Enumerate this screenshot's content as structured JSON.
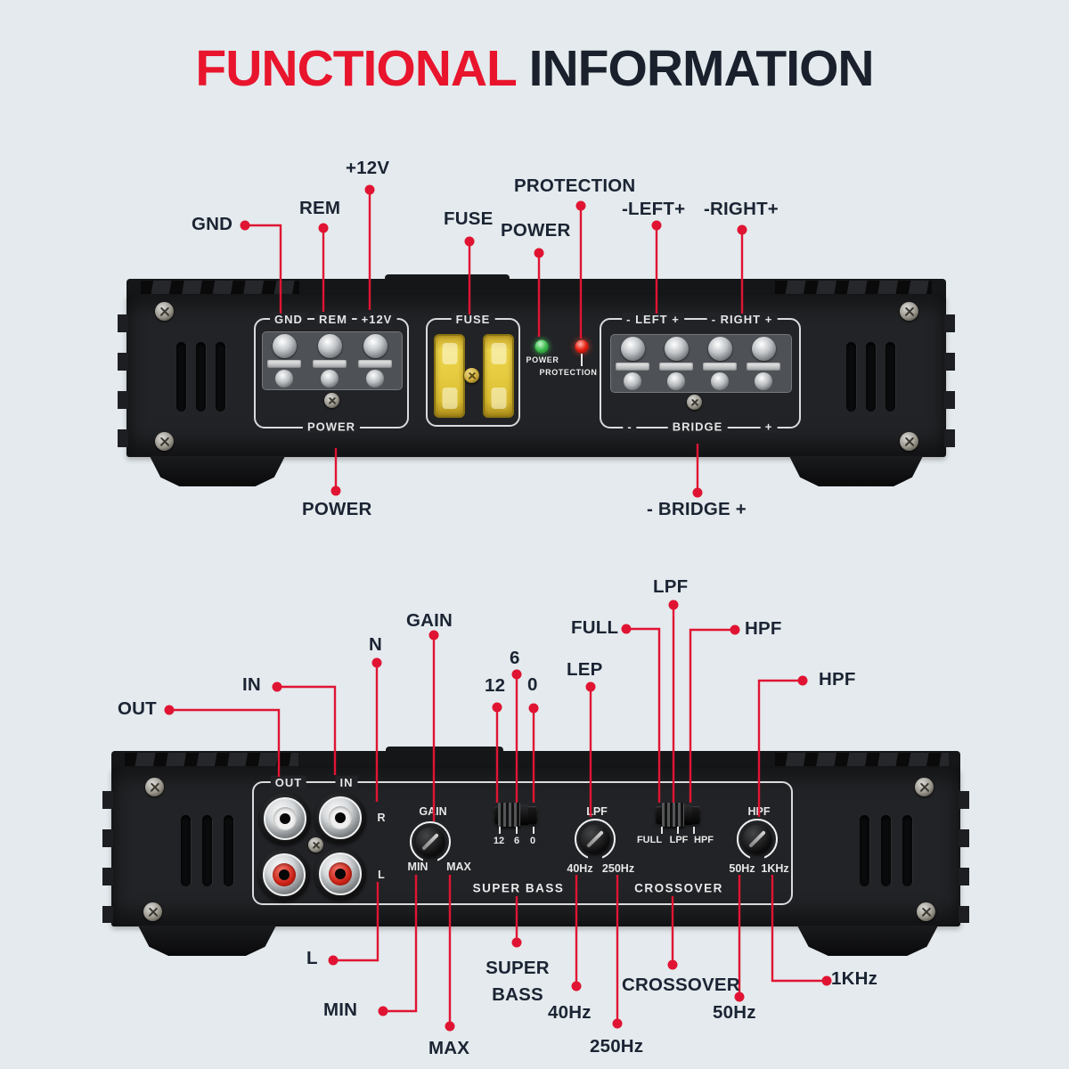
{
  "title": {
    "red": "FUNCTIONAL",
    "dark": " INFORMATION"
  },
  "colors": {
    "background": "#e4eaed",
    "accent_red": "#E8152D",
    "title_dark": "#1A212D",
    "leader_red": "#E01432",
    "led_green": "#3dbb4e",
    "led_red": "#e41d10",
    "fuse_yellow": "#e6cb40"
  },
  "top_amp": {
    "power_box": {
      "gnd": "GND",
      "rem": "REM",
      "v12": "+12V",
      "power": "POWER"
    },
    "fuse_box": {
      "label": "FUSE"
    },
    "leds": {
      "power": "POWER",
      "protection": "PROTECTION"
    },
    "speaker_box": {
      "left": "- LEFT +",
      "right": "- RIGHT +",
      "minus": "-",
      "bridge": "BRIDGE",
      "plus": "+"
    },
    "callouts": {
      "gnd": "GND",
      "rem": "REM",
      "v12": "+12V",
      "fuse": "FUSE",
      "power": "POWER",
      "protection": "PROTECTION",
      "left": "-LEFT+",
      "right": "-RIGHT+",
      "power_bottom": "POWER",
      "bridge": "- BRIDGE +"
    }
  },
  "bottom_amp": {
    "io": {
      "out": "OUT",
      "in": "IN",
      "r": "R",
      "l": "L"
    },
    "gain": {
      "label": "GAIN",
      "min": "MIN",
      "max": "MAX"
    },
    "bass_switch": {
      "t1": "12",
      "t2": "6",
      "t3": "0",
      "caption": "SUPER BASS"
    },
    "lpf": {
      "label": "LPF",
      "min": "40Hz",
      "max": "250Hz"
    },
    "xover_switch": {
      "o1": "FULL",
      "o2": "LPF",
      "o3": "HPF",
      "caption": "CROSSOVER"
    },
    "hpf": {
      "label": "HPF",
      "min": "50Hz",
      "max": "1KHz"
    },
    "callouts": {
      "out": "OUT",
      "in": "IN",
      "n": "N",
      "gain": "GAIN",
      "v12": "12",
      "v6": "6",
      "v0": "0",
      "lep": "LEP",
      "full": "FULL",
      "lpf": "LPF",
      "hpf_switch": "HPF",
      "hpf_knob": "HPF",
      "l": "L",
      "min": "MIN",
      "max": "MAX",
      "super_bass": "SUPER BASS",
      "f40": "40Hz",
      "f250": "250Hz",
      "crossover": "CROSSOVER",
      "f50": "50Hz",
      "f1k": "1KHz"
    }
  }
}
